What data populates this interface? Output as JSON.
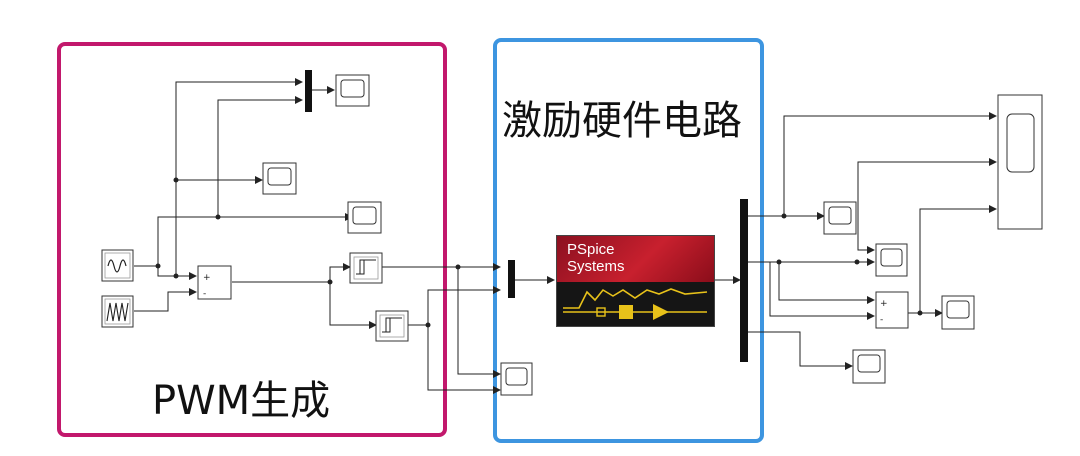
{
  "labels": {
    "pwm_region": "PWM生成",
    "hardware_region": "激励硬件电路"
  },
  "pspice": {
    "line1": "PSpice",
    "line2": "Systems"
  },
  "sum_blocks": {
    "pwm_sum_signs": [
      "+",
      "-"
    ],
    "output_sum_signs": [
      "+",
      "-"
    ]
  },
  "colors": {
    "pwm_border": "#c2186c",
    "hardware_border": "#3d95e0",
    "pspice_red": "#c8202e",
    "pspice_wave": "#e8c21a"
  }
}
